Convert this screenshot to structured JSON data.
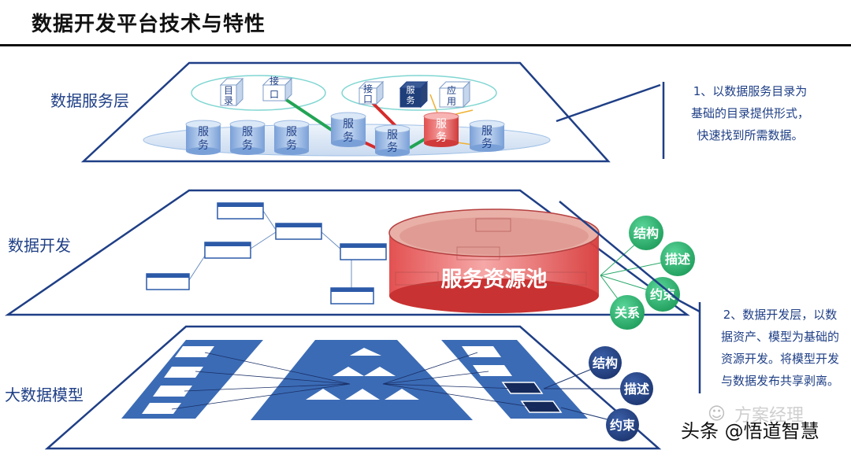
{
  "title": "数据开发平台技术与特性",
  "layers": {
    "service": "数据服务层",
    "dev": "数据开发",
    "model": "大数据模型"
  },
  "service_layer": {
    "boxes": [
      "目录",
      "接口",
      "接口",
      "服务",
      "应用"
    ],
    "cylinders": [
      "服务",
      "服务",
      "服务",
      "服务",
      "服务",
      "服务",
      "服务"
    ]
  },
  "dev_layer": {
    "pool_label": "服务资源池",
    "tags": [
      "结构",
      "描述",
      "约束",
      "关系"
    ]
  },
  "model_layer": {
    "tags": [
      "结构",
      "描述",
      "约束"
    ]
  },
  "notes": {
    "note1_lines": [
      "1、以数据服务目录为",
      "基础的目录提供形式，",
      "快速找到所需数据。"
    ],
    "note2_lines": [
      "2、数据开发层，以数",
      "据资产、模型为基础的",
      "资源开发。将模型开发",
      "与数据发布共享剥离。"
    ]
  },
  "watermark": {
    "main": "头条 @悟道智慧",
    "faint": "方案经理"
  },
  "colors": {
    "navy": "#1f3f86",
    "blue": "#3b6bb5",
    "green": "#2aa86a",
    "red": "#c23a3a"
  }
}
